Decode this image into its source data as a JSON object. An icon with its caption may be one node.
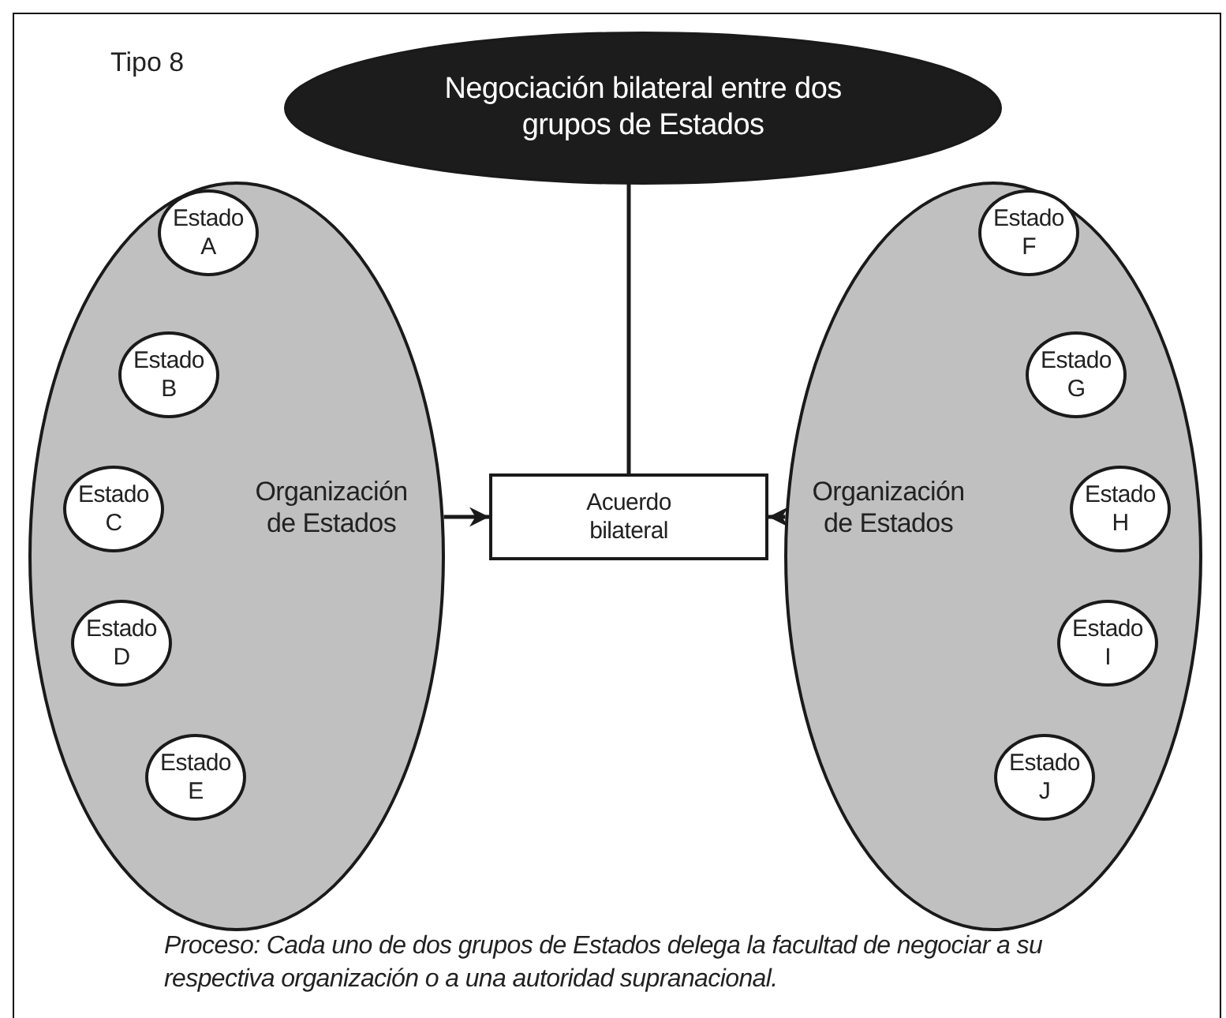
{
  "diagram": {
    "caption": "Proceso: Cada uno de dos grupos de Estados delega la facultad de negociar a su respectiva organización o a una autoridad supranacional.",
    "nodes": [
      {
        "text": [
          "Negociación bilateral entre dos grupos de Estados"
        ]
      },
      {
        "text": [
          "Organización de Estados"
        ]
      },
      {
        "text": [
          "Estado A"
        ],
        "in": 1
      },
      {
        "text": [
          "Estado B"
        ],
        "in": 1
      },
      {
        "text": [
          "Estado C"
        ],
        "in": 1
      },
      {
        "text": [
          "Estado D"
        ],
        "in": 1
      },
      {
        "text": [
          "Estado E"
        ],
        "in": 1
      },
      {
        "text": [
          "Organización de Estados"
        ]
      },
      {
        "text": [
          "Estado F"
        ],
        "in": 7
      },
      {
        "text": [
          "Estado G"
        ],
        "in": 7
      },
      {
        "text": [
          "Estado H"
        ],
        "in": 7
      },
      {
        "text": [
          "Estado I"
        ],
        "in": 7
      },
      {
        "text": [
          "Estado J"
        ],
        "in": 7
      },
      {
        "text": [
          "Acuerdo bilateral"
        ]
      }
    ],
    "edges": [
      {
        "from": 0,
        "to": 13,
        "arrow": "none"
      },
      {
        "from": 1,
        "to": 13,
        "arrow": "to"
      },
      {
        "from": 7,
        "to": 13,
        "arrow": "to"
      }
    ],
    "labels": [
      "Tipo 8"
    ]
  }
}
